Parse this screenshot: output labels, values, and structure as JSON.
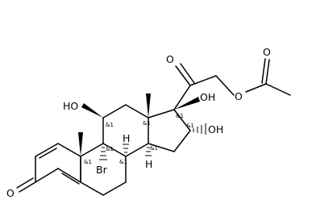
{
  "atoms": {
    "o_ketone_left": "O",
    "oh_c11": "HO",
    "oh_c17": "OH",
    "oh_c16": "OH",
    "o_c20": "O",
    "o_ester": "O",
    "o_acetyl": "O",
    "br": "Br",
    "h_c8": "H",
    "h_c14": "H"
  },
  "stereo_label": "&1"
}
